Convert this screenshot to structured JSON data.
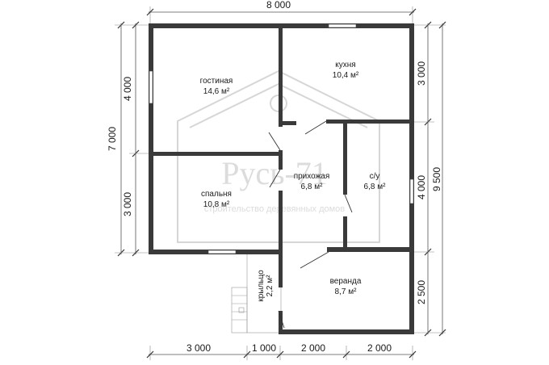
{
  "dimensions": {
    "top": "8 000",
    "left_total": "7 000",
    "left_upper": "4 000",
    "left_lower": "3 000",
    "right_top": "3 000",
    "right_middle": "4 000",
    "right_bottom": "2 500",
    "right_total": "9 500",
    "bottom": [
      "3 000",
      "1 000",
      "2 000",
      "2 000"
    ]
  },
  "rooms": {
    "living": {
      "name": "гостиная",
      "area": "14,6 м²"
    },
    "kitchen": {
      "name": "кухня",
      "area": "10,4 м²"
    },
    "hall": {
      "name": "прихожая",
      "area": "6,8 м²"
    },
    "bathroom": {
      "name": "с/у",
      "area": "6,8 м²"
    },
    "bedroom": {
      "name": "спальня",
      "area": "10,8 м²"
    },
    "veranda": {
      "name": "веранда",
      "area": "8,7 м²"
    },
    "porch": {
      "name": "крыльцо",
      "area": "2,2 м²"
    }
  },
  "watermark": {
    "brand": "Русь-71",
    "tagline": "строительство деревянных домов"
  }
}
